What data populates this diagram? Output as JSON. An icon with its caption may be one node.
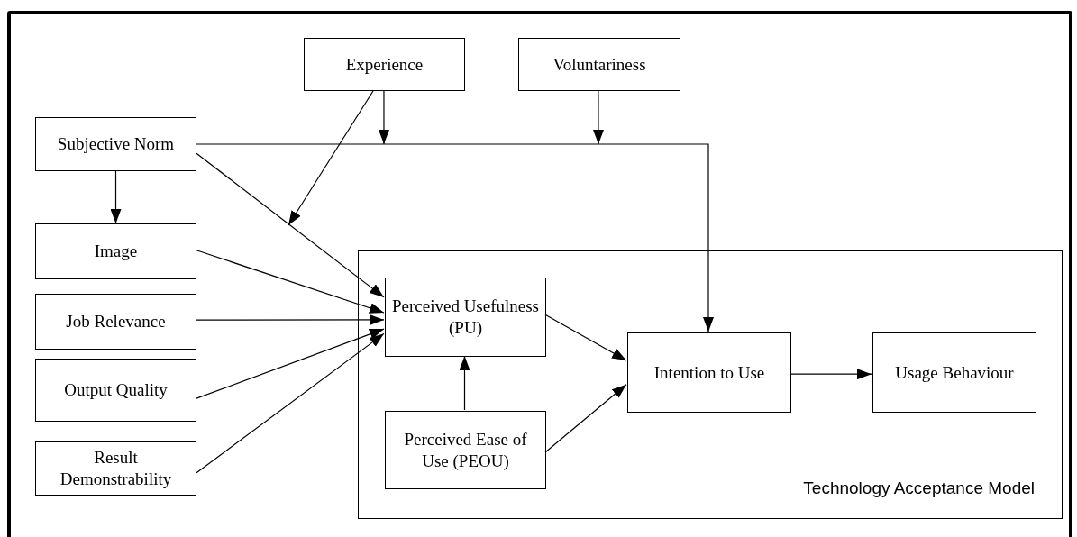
{
  "diagram": {
    "nodes": [
      {
        "text": [
          "Experience"
        ]
      },
      {
        "text": [
          "Voluntariness"
        ]
      },
      {
        "text": [
          "Subjective Norm"
        ]
      },
      {
        "text": [
          "Image"
        ]
      },
      {
        "text": [
          "Job Relevance"
        ]
      },
      {
        "text": [
          "Output Quality"
        ]
      },
      {
        "text": [
          "Result Demonstrability"
        ]
      },
      {
        "text": [
          "Technology Acceptance Model"
        ]
      },
      {
        "text": [
          "Perceived Usefulness (PU)"
        ],
        "in": 7
      },
      {
        "text": [
          "Perceived Ease of Use (PEOU)"
        ],
        "in": 7
      },
      {
        "text": [
          "Intention to Use"
        ],
        "in": 7
      },
      {
        "text": [
          "Usage Behaviour"
        ],
        "in": 7
      }
    ],
    "edges": [
      {
        "from": 2,
        "to": 3,
        "arrow": "to"
      },
      {
        "from": 2,
        "to": 8,
        "arrow": "to"
      },
      {
        "from": 2,
        "to": 10,
        "arrow": "to"
      },
      {
        "from": 0,
        "to": null,
        "arrow": "to"
      },
      {
        "from": 0,
        "to": null,
        "arrow": "to"
      },
      {
        "from": 1,
        "to": null,
        "arrow": "to"
      },
      {
        "from": 3,
        "to": 8,
        "arrow": "to"
      },
      {
        "from": 4,
        "to": 8,
        "arrow": "to"
      },
      {
        "from": 5,
        "to": 8,
        "arrow": "to"
      },
      {
        "from": 6,
        "to": 8,
        "arrow": "to"
      },
      {
        "from": 9,
        "to": 8,
        "arrow": "to"
      },
      {
        "from": 8,
        "to": 10,
        "arrow": "to"
      },
      {
        "from": 9,
        "to": 10,
        "arrow": "to"
      },
      {
        "from": 10,
        "to": 11,
        "arrow": "to"
      }
    ]
  }
}
